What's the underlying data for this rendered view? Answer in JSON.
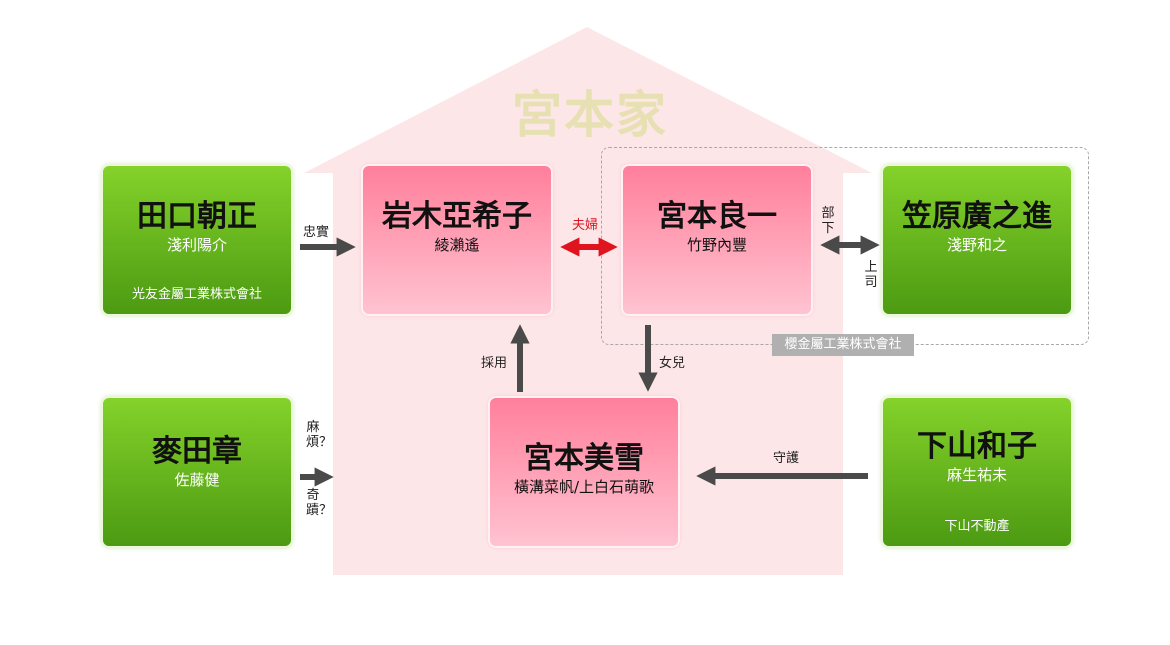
{
  "family_title": "宮本家",
  "company_label": "櫻金屬工業株式會社",
  "colors": {
    "green": "#6bbf1e",
    "pink": "#ff8aa6",
    "house": "#fde6e8",
    "arrow": "#4a4a4a",
    "red_arrow": "#e0141e"
  },
  "characters": {
    "taguchi": {
      "name": "田口朝正",
      "actor": "淺利陽介",
      "affiliation": "光友金屬工業株式會社"
    },
    "iwaki": {
      "name": "岩木亞希子",
      "actor": "綾瀨遙"
    },
    "ryoichi": {
      "name": "宮本良一",
      "actor": "竹野內豐"
    },
    "kasahara": {
      "name": "笠原廣之進",
      "actor": "淺野和之"
    },
    "mugita": {
      "name": "麥田章",
      "actor": "佐藤健"
    },
    "miyuki": {
      "name": "宮本美雪",
      "actor": "橫溝菜帆/上白石萌歌"
    },
    "shimoyama": {
      "name": "下山和子",
      "actor": "麻生祐未",
      "affiliation": "下山不動產"
    }
  },
  "relations": {
    "loyal": "忠實",
    "couple": "夫婦",
    "subordinate": "部下",
    "boss": "上司",
    "daughter": "女兒",
    "adopt": "採用",
    "trouble": "麻煩？",
    "miracle": "奇蹟？",
    "protect": "守護"
  }
}
